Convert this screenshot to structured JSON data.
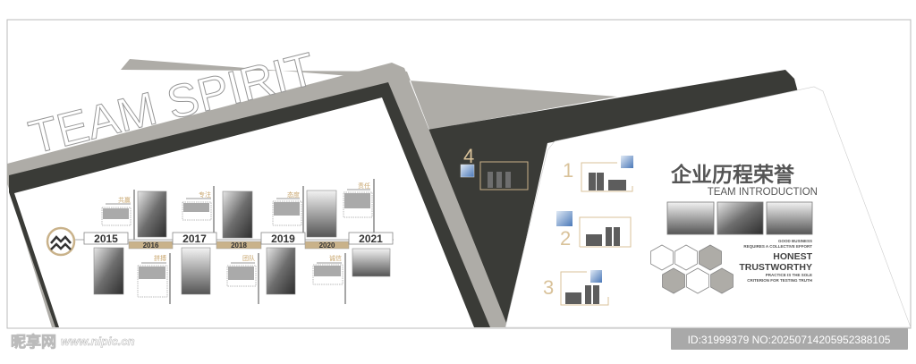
{
  "headline": "TEAM SPIRIT",
  "timeline": {
    "years": [
      "2015",
      "2016",
      "2017",
      "2018",
      "2019",
      "2020",
      "2021"
    ],
    "labels_top": [
      "共赢",
      "专注",
      "态度",
      "责任"
    ],
    "labels_bottom": [
      "拼搏",
      "团队",
      "诚信"
    ]
  },
  "honors": {
    "numbers": [
      "1",
      "2",
      "3",
      "4"
    ],
    "title": "企业历程荣誉",
    "subtitle": "TEAM INTRODUCTION",
    "slogan_top_1": "GOOD BUSINESS",
    "slogan_top_2": "REQUIRES A COLLECTIVE EFFORT",
    "slogan_main_1": "HONEST",
    "slogan_main_2": "TRUSTWORTHY",
    "slogan_bottom_1": "PRACTICE IS THE SOLE",
    "slogan_bottom_2": "CRITERION FOR TESTING TRUTH"
  },
  "watermark": {
    "site_name": "昵享网",
    "site_url": "www.nipic.cn",
    "id_text": "ID:31999379 NO:20250714205952388105"
  },
  "colors": {
    "dark": "#3a3b37",
    "gray": "#aeaca7",
    "gold": "#c9b28a",
    "frame": "#d9c29a"
  }
}
